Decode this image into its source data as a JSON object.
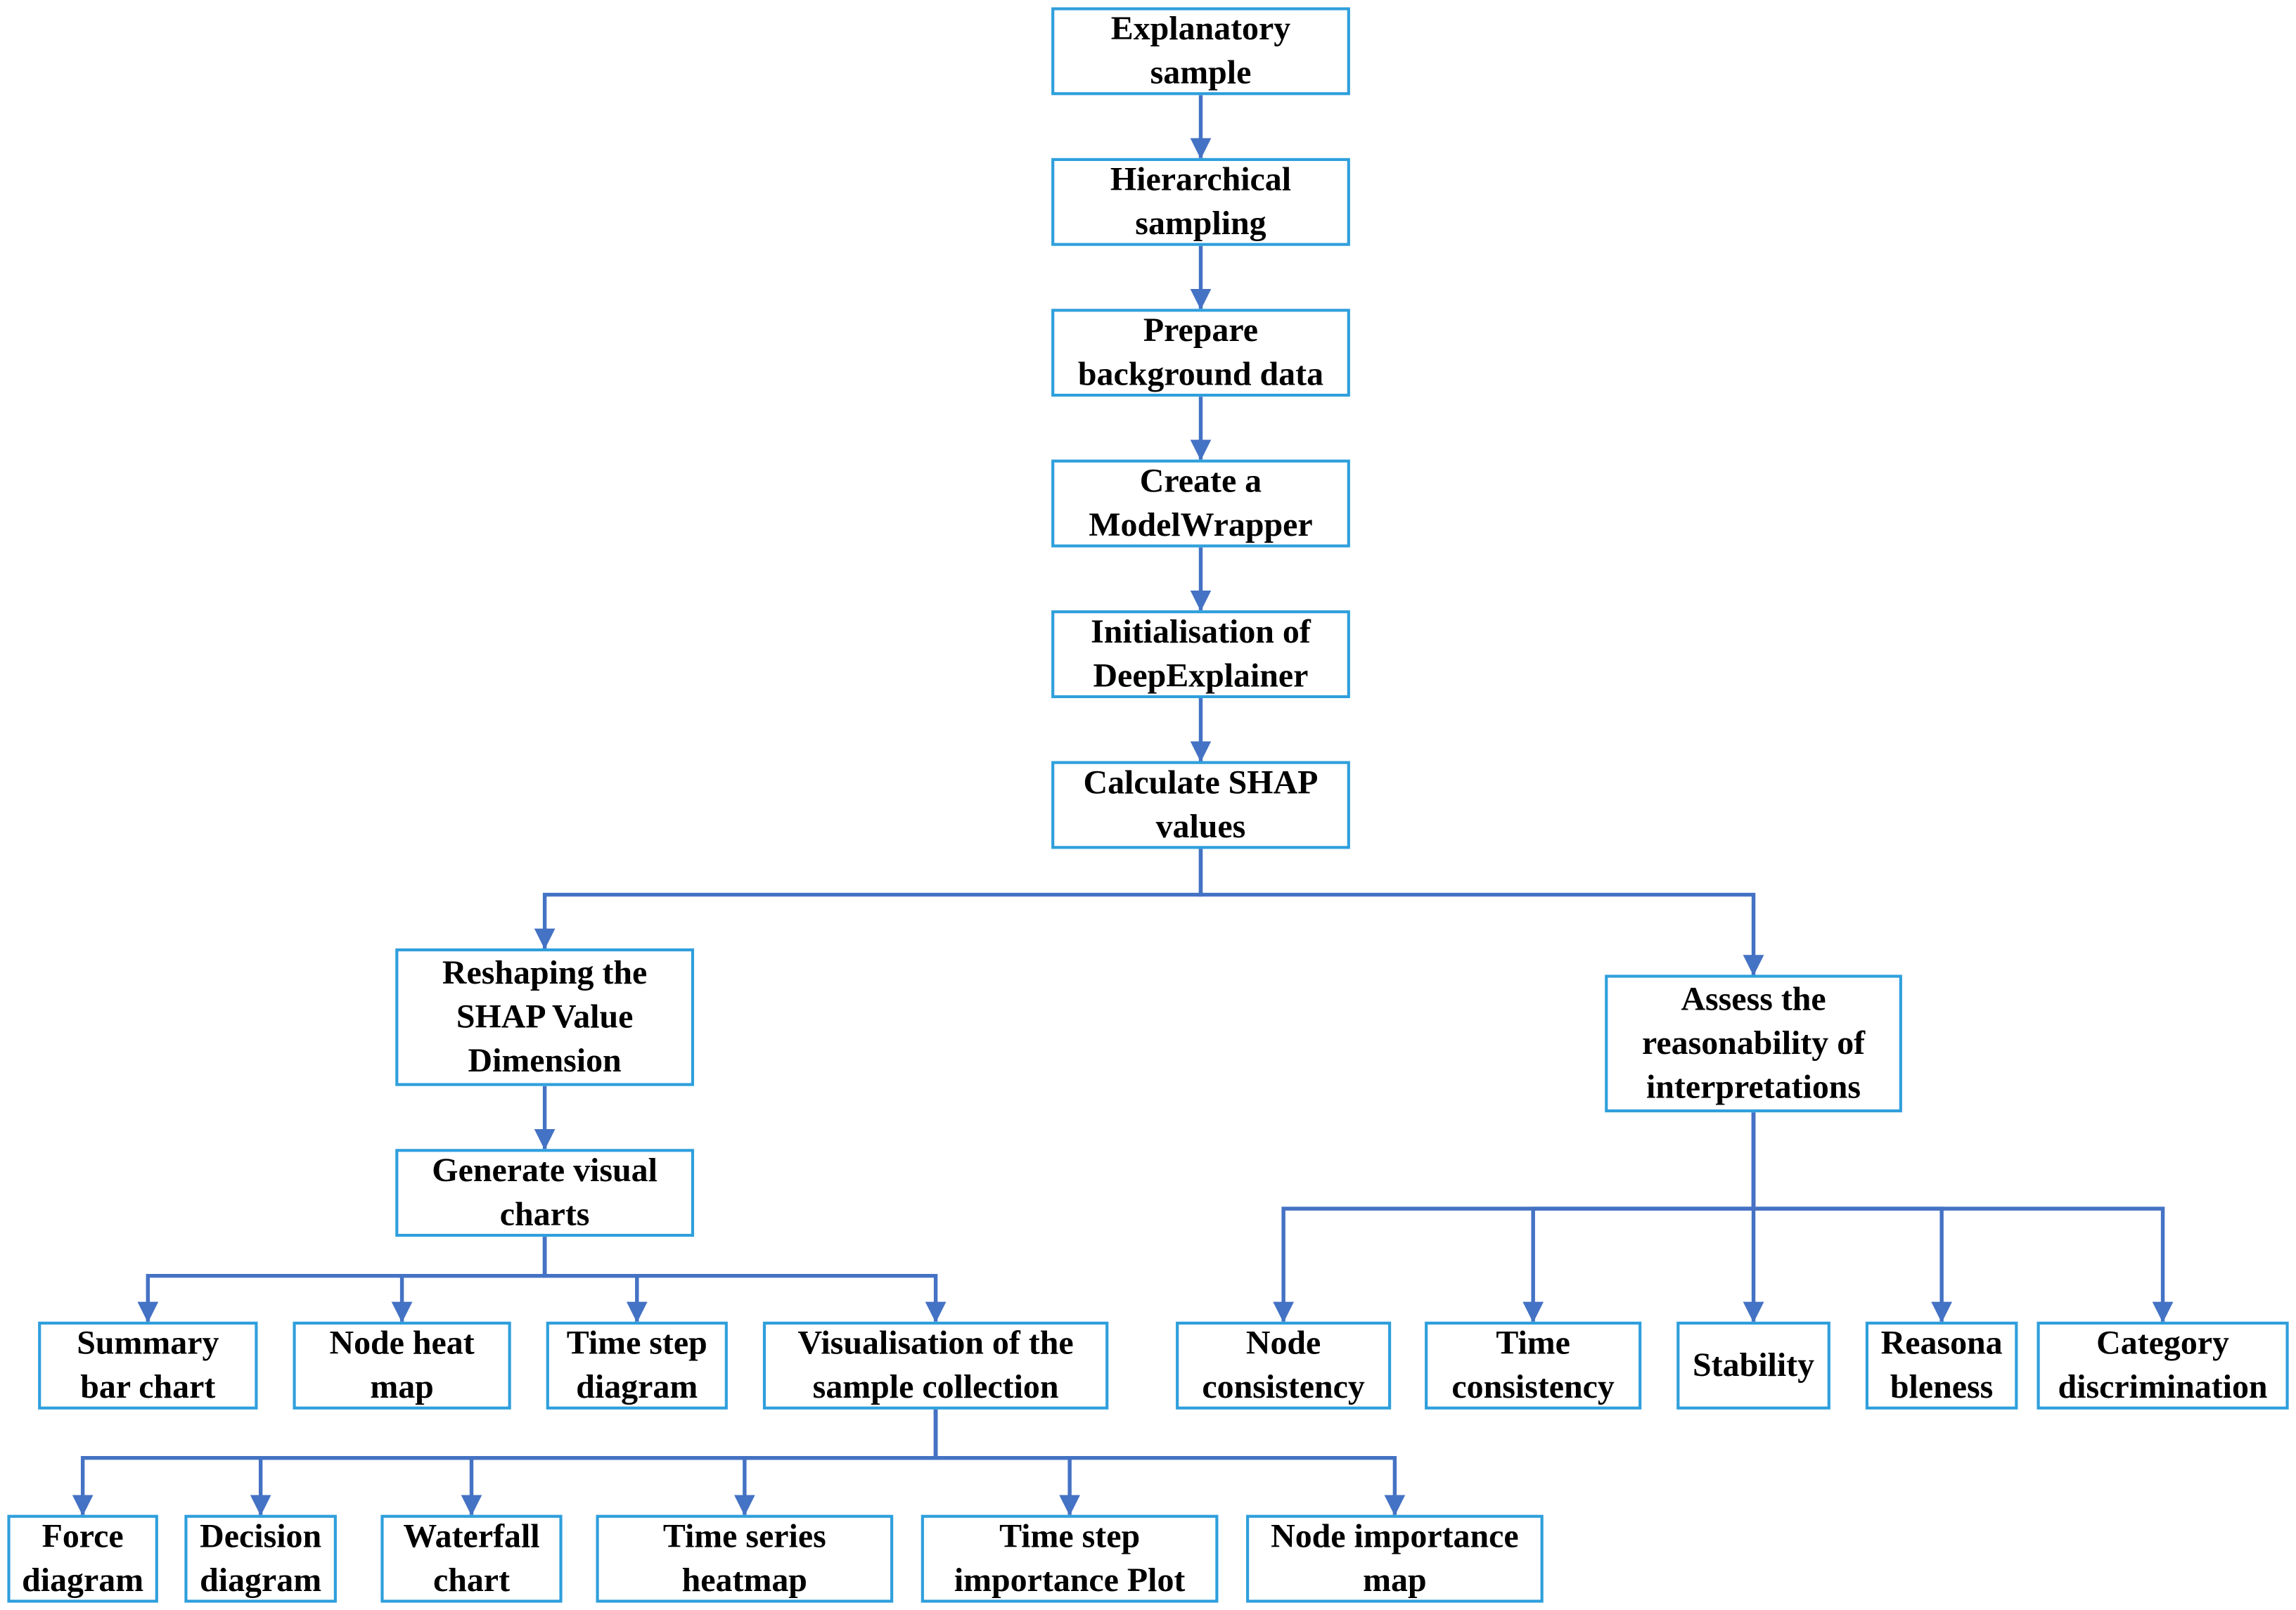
{
  "colors": {
    "box_border": "#2f9fdc",
    "connector": "#4472c4",
    "text": "#000000",
    "background": "#ffffff"
  },
  "nodes": [
    {
      "id": "explanatory-sample",
      "lines": [
        "Explanatory",
        "sample"
      ]
    },
    {
      "id": "hierarchical-sampling",
      "lines": [
        "Hierarchical",
        "sampling"
      ]
    },
    {
      "id": "prepare-background-data",
      "lines": [
        "Prepare",
        "background data"
      ]
    },
    {
      "id": "create-modelwrapper",
      "lines": [
        "Create a",
        "ModelWrapper"
      ]
    },
    {
      "id": "initialisation-deepexplainer",
      "lines": [
        "Initialisation of",
        "DeepExplainer"
      ]
    },
    {
      "id": "calculate-shap-values",
      "lines": [
        "Calculate SHAP",
        "values"
      ]
    },
    {
      "id": "reshaping-shap-dimension",
      "lines": [
        "Reshaping the",
        "SHAP Value",
        "Dimension"
      ]
    },
    {
      "id": "assess-reasonability",
      "lines": [
        "Assess the",
        "reasonability of",
        "interpretations"
      ]
    },
    {
      "id": "generate-visual-charts",
      "lines": [
        "Generate visual",
        "charts"
      ]
    },
    {
      "id": "summary-bar-chart",
      "lines": [
        "Summary",
        "bar chart"
      ]
    },
    {
      "id": "node-heat-map",
      "lines": [
        "Node heat",
        "map"
      ]
    },
    {
      "id": "time-step-diagram",
      "lines": [
        "Time step",
        "diagram"
      ]
    },
    {
      "id": "visualisation-sample-collection",
      "lines": [
        "Visualisation of the",
        "sample collection"
      ]
    },
    {
      "id": "node-consistency",
      "lines": [
        "Node",
        "consistency"
      ]
    },
    {
      "id": "time-consistency",
      "lines": [
        "Time",
        "consistency"
      ]
    },
    {
      "id": "stability",
      "lines": [
        "Stability"
      ]
    },
    {
      "id": "reasonableness",
      "lines": [
        "Reasona",
        "bleness"
      ]
    },
    {
      "id": "category-discrimination",
      "lines": [
        "Category",
        "discrimination"
      ]
    },
    {
      "id": "force-diagram",
      "lines": [
        "Force",
        "diagram"
      ]
    },
    {
      "id": "decision-diagram",
      "lines": [
        "Decision",
        "diagram"
      ]
    },
    {
      "id": "waterfall-chart",
      "lines": [
        "Waterfall",
        "chart"
      ]
    },
    {
      "id": "time-series-heatmap",
      "lines": [
        "Time series",
        "heatmap"
      ]
    },
    {
      "id": "time-step-importance-plot",
      "lines": [
        "Time step",
        "importance Plot"
      ]
    },
    {
      "id": "node-importance-map",
      "lines": [
        "Node importance",
        "map"
      ]
    }
  ],
  "edges": [
    {
      "from": "explanatory-sample",
      "to": "hierarchical-sampling"
    },
    {
      "from": "hierarchical-sampling",
      "to": "prepare-background-data"
    },
    {
      "from": "prepare-background-data",
      "to": "create-modelwrapper"
    },
    {
      "from": "create-modelwrapper",
      "to": "initialisation-deepexplainer"
    },
    {
      "from": "initialisation-deepexplainer",
      "to": "calculate-shap-values"
    },
    {
      "from": "calculate-shap-values",
      "to": "reshaping-shap-dimension"
    },
    {
      "from": "calculate-shap-values",
      "to": "assess-reasonability"
    },
    {
      "from": "reshaping-shap-dimension",
      "to": "generate-visual-charts"
    },
    {
      "from": "generate-visual-charts",
      "to": "summary-bar-chart"
    },
    {
      "from": "generate-visual-charts",
      "to": "node-heat-map"
    },
    {
      "from": "generate-visual-charts",
      "to": "time-step-diagram"
    },
    {
      "from": "generate-visual-charts",
      "to": "visualisation-sample-collection"
    },
    {
      "from": "assess-reasonability",
      "to": "node-consistency"
    },
    {
      "from": "assess-reasonability",
      "to": "time-consistency"
    },
    {
      "from": "assess-reasonability",
      "to": "stability"
    },
    {
      "from": "assess-reasonability",
      "to": "reasonableness"
    },
    {
      "from": "assess-reasonability",
      "to": "category-discrimination"
    },
    {
      "from": "visualisation-sample-collection",
      "to": "force-diagram"
    },
    {
      "from": "visualisation-sample-collection",
      "to": "decision-diagram"
    },
    {
      "from": "visualisation-sample-collection",
      "to": "waterfall-chart"
    },
    {
      "from": "visualisation-sample-collection",
      "to": "time-series-heatmap"
    },
    {
      "from": "visualisation-sample-collection",
      "to": "time-step-importance-plot"
    },
    {
      "from": "visualisation-sample-collection",
      "to": "node-importance-map"
    }
  ]
}
